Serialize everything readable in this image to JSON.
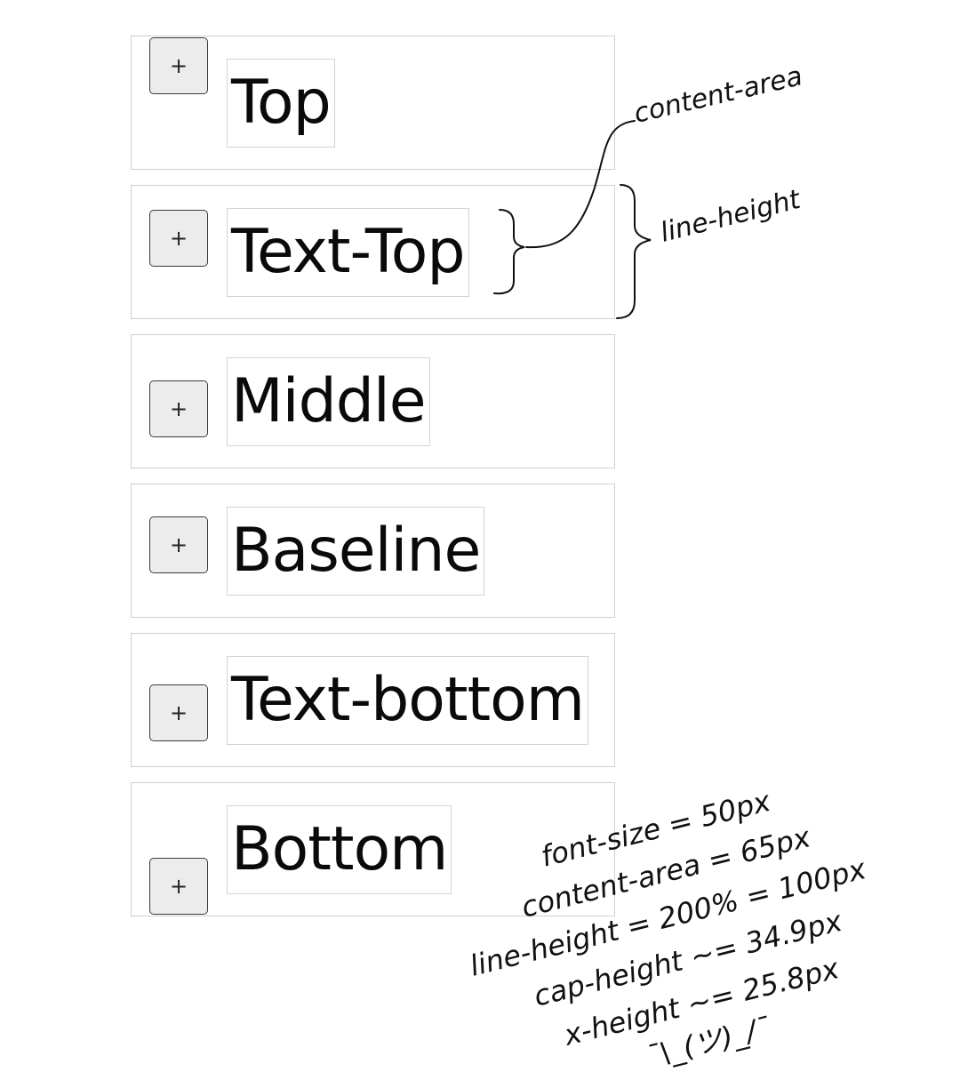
{
  "rows": [
    {
      "label": "Top",
      "button": "+"
    },
    {
      "label": "Text-Top",
      "button": "+"
    },
    {
      "label": "Middle",
      "button": "+"
    },
    {
      "label": "Baseline",
      "button": "+"
    },
    {
      "label": "Text-bottom",
      "button": "+"
    },
    {
      "label": "Bottom",
      "button": "+"
    }
  ],
  "annotations": {
    "content_area": "content-area",
    "line_height": "line-height",
    "notes": [
      "font-size = 50px",
      "content-area = 65px",
      "line-height = 200% = 100px",
      "cap-height ~= 34.9px",
      "x-height ~= 25.8px",
      "¯\\_(ツ)_/¯"
    ]
  }
}
